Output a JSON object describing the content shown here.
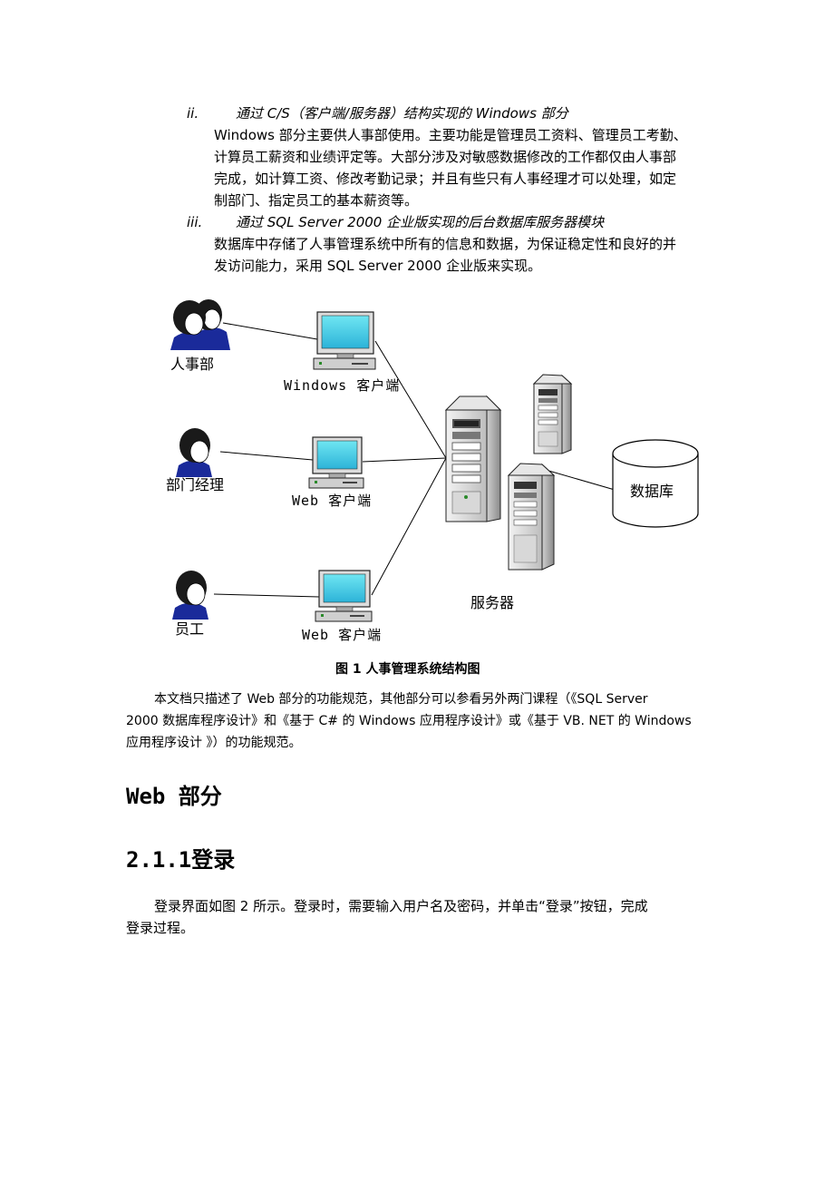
{
  "section_ii": {
    "marker": "ii.",
    "title": "通过 C/S（客户端/服务器）结构实现的 Windows 部分",
    "lines": [
      "Windows 部分主要供人事部使用。主要功能是管理员工资料、管理员工考勤、",
      "计算员工薪资和业绩评定等。大部分涉及对敏感数据修改的工作都仅由人事部",
      "完成，如计算工资、修改考勤记录；并且有些只有人事经理才可以处理，如定",
      "制部门、指定员工的基本薪资等。"
    ]
  },
  "section_iii": {
    "marker": "iii.",
    "title": "通过 SQL Server 2000 企业版实现的后台数据库服务器模块",
    "lines": [
      "数据库中存储了人事管理系统中所有的信息和数据，为保证稳定性和良好的并",
      "发访问能力，采用 SQL Server 2000 企业版来实现。"
    ]
  },
  "diagram": {
    "users": [
      "人事部",
      "部门经理",
      "员工"
    ],
    "clients": [
      "Windows 客户端",
      "Web 客户端",
      "Web 客户端"
    ],
    "server_label": "服务器",
    "db_label": "数据库"
  },
  "figure_caption": "图 1 人事管理系统结构图",
  "paragraph1": [
    "本文档只描述了 Web 部分的功能规范，其他部分可以参看另外两门课程（《SQL Server",
    "2000 数据库程序设计》和《基于 C# 的 Windows 应用程序设计》或《基于 VB. NET 的 Windows",
    "应用程序设计 》）的功能规范。"
  ],
  "heading_web": "Web 部分",
  "heading_login": "2.1.1登录",
  "paragraph2": [
    "登录界面如图 2 所示。登录时，需要输入用户名及密码，并单击“登录”按钮，完成",
    "登录过程。"
  ]
}
